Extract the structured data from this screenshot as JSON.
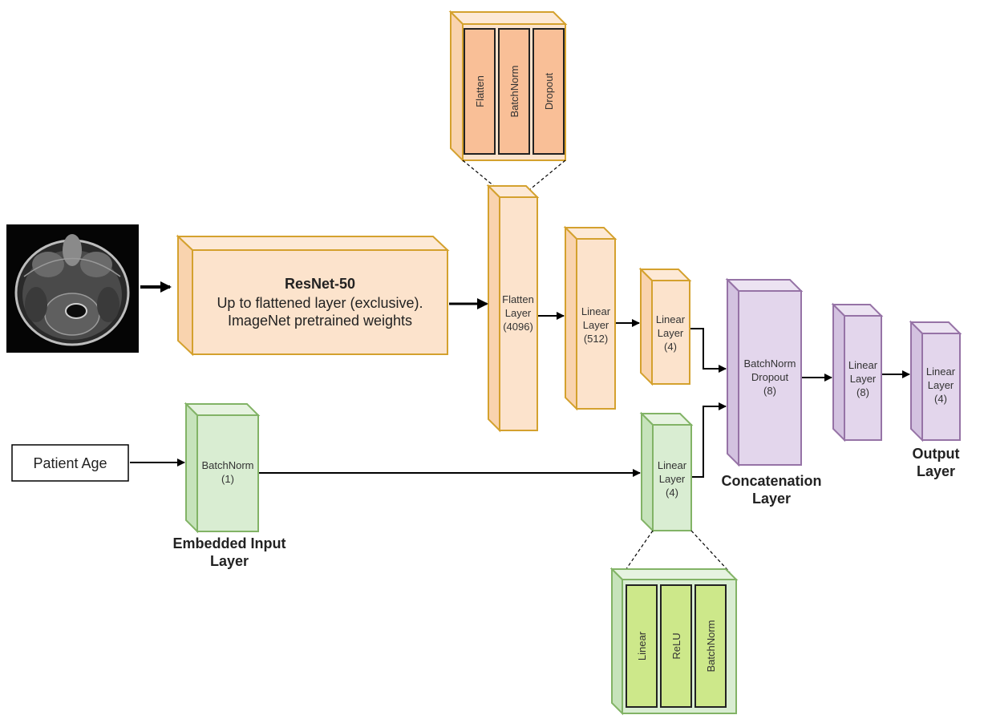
{
  "input_image": {
    "icon": "brain-mri-scan"
  },
  "patient_age": {
    "label": "Patient Age"
  },
  "resnet": {
    "title": "ResNet-50",
    "line1": "Up to flattened layer (exclusive).",
    "line2": "ImageNet pretrained weights"
  },
  "flatten_detail": {
    "items": [
      "Flatten",
      "BatchNorm",
      "Dropout"
    ]
  },
  "flatten_layer": {
    "line1": "Flatten",
    "line2": "Layer",
    "line3": "(4096)"
  },
  "linear_512": {
    "line1": "Linear",
    "line2": "Layer",
    "line3": "(512)"
  },
  "linear_4_image": {
    "line1": "Linear",
    "line2": "Layer",
    "line3": "(4)"
  },
  "embedded_input": {
    "line1": "BatchNorm",
    "line2": "(1)",
    "caption1": "Embedded Input",
    "caption2": "Layer"
  },
  "linear_4_age": {
    "line1": "Linear",
    "line2": "Layer",
    "line3": "(4)"
  },
  "linear_detail": {
    "items": [
      "Linear",
      "ReLU",
      "BatchNorm"
    ]
  },
  "concat": {
    "line1": "BatchNorm",
    "line2": "Dropout",
    "line3": "(8)",
    "caption1": "Concatenation",
    "caption2": "Layer"
  },
  "linear_8": {
    "line1": "Linear",
    "line2": "Layer",
    "line3": "(8)"
  },
  "output": {
    "line1": "Linear",
    "line2": "Layer",
    "line3": "(4)",
    "caption1": "Output",
    "caption2": "Layer"
  },
  "colors": {
    "orange_fill": "#fce3cc",
    "orange_side": "#f9d3ae",
    "orange_stroke": "#d4a12e",
    "orange_inner": "#f9bf97",
    "green_fill": "#d9edd2",
    "green_side": "#c6e3bb",
    "green_stroke": "#82b366",
    "green_inner": "#cde88a",
    "purple_fill": "#e3d6ec",
    "purple_side": "#d3c2e0",
    "purple_stroke": "#9673a6"
  }
}
